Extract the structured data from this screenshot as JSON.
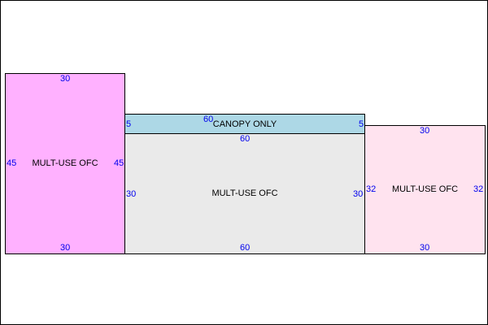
{
  "colors": {
    "room_a_fill": "#ffb1ff",
    "canopy_fill": "#add8e6",
    "room_b_fill": "#eaeaea",
    "room_c_fill": "#ffe3ef",
    "dimension_text": "#0000ee",
    "outline": "#000000"
  },
  "rooms": {
    "room_a": {
      "label": "MULT-USE OFC",
      "top_dim": "30",
      "bottom_dim": "30",
      "left_dim": "45",
      "right_dim": "45"
    },
    "canopy": {
      "label": "CANOPY ONLY",
      "top_dim": "60",
      "left_dim": "5",
      "right_dim": "5"
    },
    "room_b": {
      "label": "MULT-USE OFC",
      "top_dim": "60",
      "bottom_dim": "60",
      "left_dim": "30",
      "right_dim": "30"
    },
    "room_c": {
      "label": "MULT-USE OFC",
      "top_dim": "30",
      "bottom_dim": "30",
      "left_dim": "32",
      "right_dim": "32"
    }
  }
}
